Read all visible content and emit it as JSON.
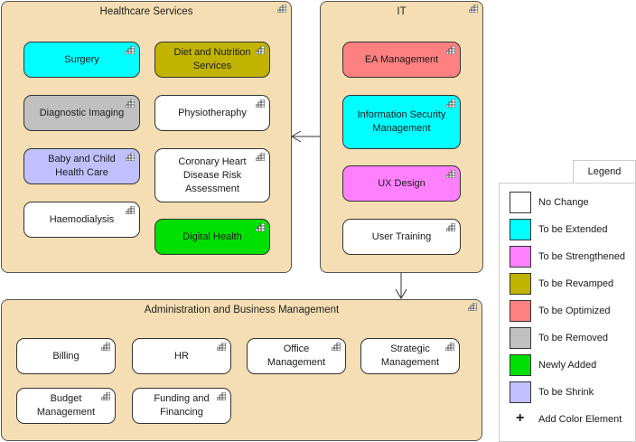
{
  "groups": {
    "healthcare": {
      "title": "Healthcare Services"
    },
    "it": {
      "title": "IT"
    },
    "admin": {
      "title": "Administration and Business Management"
    }
  },
  "capabilities": {
    "surgery": "Surgery",
    "diet": "Diet and Nutrition Services",
    "diagnostic": "Diagnostic Imaging",
    "physio": "Physiotheraphy",
    "baby": "Baby and Child Health Care",
    "coronary": "Coronary Heart Disease Risk Assessment",
    "haemo": "Haemodialysis",
    "digital": "Digital Health",
    "ea": "EA Management",
    "infosec": "Information Security Management",
    "ux": "UX Design",
    "training": "User Training",
    "billing": "Billing",
    "hr": "HR",
    "office": "Office Management",
    "strategic": "Strategic Management",
    "budget": "Budget Management",
    "funding": "Funding and Financing"
  },
  "legend": {
    "title": "Legend",
    "items": [
      {
        "label": "No Change",
        "color": "#ffffff"
      },
      {
        "label": "To be Extended",
        "color": "#00ffff"
      },
      {
        "label": "To be Strengthened",
        "color": "#ff80ff"
      },
      {
        "label": "To be Revamped",
        "color": "#c0b400"
      },
      {
        "label": "To be Optimized",
        "color": "#ff8080"
      },
      {
        "label": "To be Removed",
        "color": "#c0c0c0"
      },
      {
        "label": "Newly Added",
        "color": "#00e000"
      },
      {
        "label": "To be Shrink",
        "color": "#c0c0ff"
      }
    ],
    "add_label": "Add Color Element"
  },
  "colors": {
    "group_fill": "#f5deb3",
    "white": "#ffffff",
    "cyan": "#00ffff",
    "magenta": "#ff80ff",
    "olive": "#c0b400",
    "salmon": "#ff8080",
    "gray": "#c0c0c0",
    "green": "#00e000",
    "lavender": "#c0c0ff"
  },
  "icons": {
    "capability": "capability-icon",
    "add": "plus-icon"
  }
}
